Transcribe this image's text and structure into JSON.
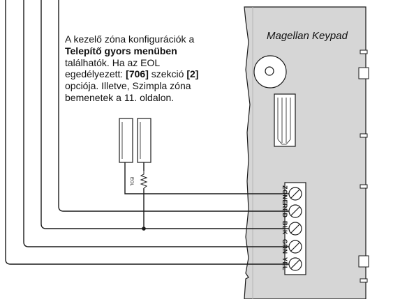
{
  "note": {
    "line1": "A kezelő zóna konfigurációk a",
    "line2_bold": "Telepítő gyors menüben",
    "line3": "találhatók. Ha az EOL",
    "line4_pre": "egedélyezett: ",
    "line4_bold_a": "[706]",
    "line4_mid": " szekció ",
    "line4_bold_b": "[2]",
    "line5": "opciója. Illetve, Szimpla zóna",
    "line6": "bemenetek a  11. oldalon."
  },
  "keypad": {
    "title": "Magellan  Keypad"
  },
  "resistor": {
    "label": "EOL"
  },
  "terminals": [
    "ZONE",
    "RED",
    "BLK",
    "GRN",
    "YEL"
  ],
  "colors": {
    "keypad_fill": "#d6d6d6",
    "line": "#1a1a1a"
  }
}
